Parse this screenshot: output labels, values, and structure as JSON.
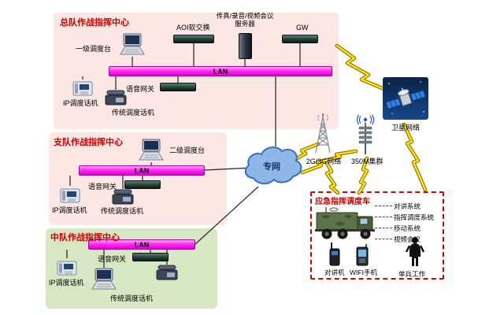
{
  "hq1": {
    "title": "总队作战指挥中心",
    "lan": "LAN",
    "console": "一级调度台",
    "aoi": "AOI软交换",
    "server": "传真/录音/视频会议\n服务器",
    "gw": "GW",
    "voice_gw": "语音网关",
    "ip_phone": "IP调度话机",
    "trad_phone": "传统调度话机"
  },
  "hq2": {
    "title": "支队作战指挥中心",
    "lan": "LAN",
    "console": "二级调度台",
    "voice_gw": "语音网关",
    "ip_phone": "IP调度话机",
    "trad_phone": "传统调度话机"
  },
  "hq3": {
    "title": "中队作战指挥中心",
    "lan": "LAN",
    "voice_gw": "语音网关",
    "ip_phone": "IP调度话机",
    "trad_phone": "传统调度话机"
  },
  "net": {
    "cloud": "专网",
    "cell": "2G/3G网络",
    "trunk": "350M集群",
    "sat": "卫星网络"
  },
  "veh": {
    "title": "应急指挥调度车",
    "systems": [
      "对讲系统",
      "指挥调度系统",
      "移动系统",
      "视频会议"
    ],
    "radio": "对讲机",
    "wifi": "WIFI手机",
    "soldier": "单兵工作"
  },
  "colors": {
    "box_pink": "#fce7e4",
    "box_green": "#d8e7c3",
    "lan_magenta": "#ff2bee",
    "title_red": "#cc0000",
    "bolt_yellow": "#ffe400",
    "cloud_blue": "#8fb6e8",
    "vehicle_border_red": "#d40000"
  }
}
